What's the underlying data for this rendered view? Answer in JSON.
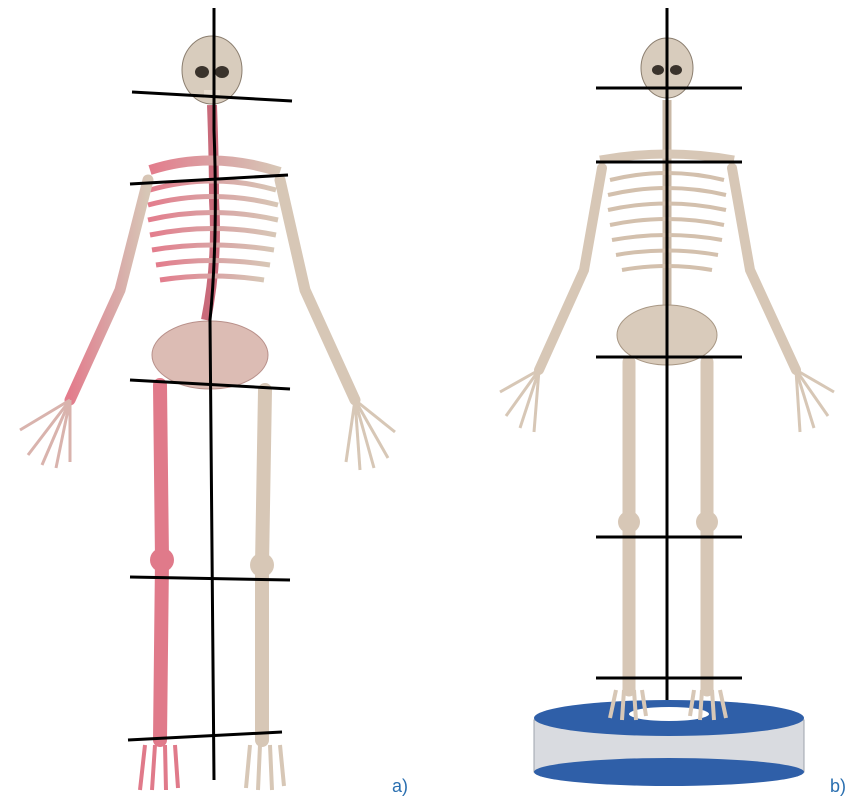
{
  "panels": [
    {
      "id": "a",
      "label": "a)",
      "description_colors": {
        "bone": "#d7c7b6",
        "highlight": "#e07a8a"
      }
    },
    {
      "id": "b",
      "label": "b)",
      "description_colors": {
        "bone": "#d7c7b6",
        "platform_top": "#2f5fa8",
        "platform_side": "#d9dbe0"
      }
    }
  ],
  "colors": {
    "line": "#000000",
    "label": "#2a6fb0"
  }
}
